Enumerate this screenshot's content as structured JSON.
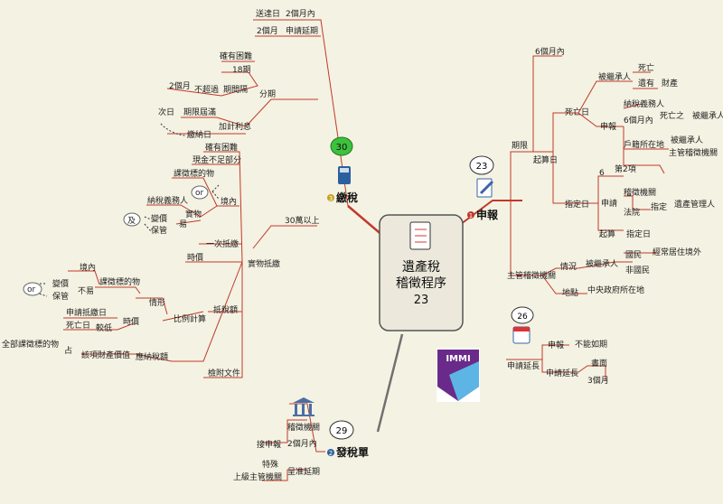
{
  "center": {
    "line1": "遺產稅",
    "line2": "稽徵程序",
    "line3": "23"
  },
  "branches": {
    "declare": {
      "num": "1",
      "label": "申報",
      "badge": "23"
    },
    "pay": {
      "num": "3",
      "label": "繳稅",
      "badge": "30"
    },
    "bill": {
      "num": "2",
      "label": "發稅單",
      "badge": "29"
    },
    "extension": {
      "badge": "26"
    }
  },
  "logo": {
    "text": "IMMI"
  },
  "colors": {
    "branch": "#c0392b",
    "branch_gray": "#707070",
    "badge_green": "#3ec13e"
  },
  "labels": {
    "songda": "送達日",
    "m2a": "2個月內",
    "m2b": "2個月",
    "sqyq": "申請延期",
    "qykn": "確有困難",
    "q18": "18期",
    "bcg": "不超過",
    "m2c": "2個月",
    "qjg": "期間隔",
    "fq": "分期",
    "cr": "次日",
    "qxjm": "期限屆滿",
    "jjrq": "加計利息",
    "jnr": "繳納日",
    "qykn2": "確有困難",
    "xjbz": "現金不足部分",
    "kzbdw": "課徵標的物",
    "or1": "or",
    "jn": "境內",
    "nssw": "納稅義務人",
    "shiwu": "實物",
    "ji": "及",
    "bianjia": "變價",
    "baoguan": "保管",
    "yi": "易",
    "yicidi": "一次抵繳",
    "sj": "時價",
    "over30": "30萬以上",
    "swdj": "實物抵繳",
    "jnei2": "境內",
    "kzbdw2": "課徵標的物",
    "or2": "or",
    "bianjia2": "變價",
    "baoguan2": "保管",
    "bui": "不易",
    "qx": "情形",
    "sqdjr": "申請抵繳日",
    "sj2": "時價",
    "swr": "死亡日",
    "jd": "較低",
    "blk": "比例計算",
    "dsj": "抵稅額",
    "qbkzbdw": "全部課徵標的物",
    "zhan": "占",
    "gccdjz": "該項財產價值",
    "yzse": "應納稅額",
    "fuwj": "檢附文件",
    "m6": "6個月內",
    "bjcr": "被繼承人",
    "siwang": "死亡",
    "yiyou": "遺有",
    "caichan": "財產",
    "swr2": "死亡日",
    "nssw2": "納稅義務人",
    "shenbao": "申報",
    "m6b": "6個月內",
    "swz": "死亡之",
    "bjcr2": "被繼承人",
    "hjszd": "戶籍所在地",
    "bjcr3": "被繼承人",
    "zgjzjg": "主管稽徵機關",
    "qx2": "期限",
    "qsr": "起算日",
    "six": "6",
    "d2x": "第2項",
    "jzjg": "稽徵機關",
    "shenqing": "申請",
    "fy": "法院",
    "zhiding": "指定",
    "yczgl": "遺產管理人",
    "zdr": "指定日",
    "qs2": "起算",
    "zdr2": "指定日",
    "zgjzjg2": "主管稽徵機關",
    "qk": "情況",
    "bjcr4": "被繼承人",
    "guomin": "國民",
    "jcjwzj": "經常居住境外",
    "fgm": "非國民",
    "didian": "地點",
    "zyzf": "中央政府所在地",
    "sb2": "申報",
    "bnyq": "不能如期",
    "sqyc": "申請延長",
    "shenqyc": "申請延長",
    "shumian": "書面",
    "m3": "3個月",
    "jzjg2": "稽徵機關",
    "jzsb": "接申報",
    "m2d": "2個月內",
    "teshu": "特殊",
    "sjzgjg": "上級主管機關",
    "cyyq": "呈准延期"
  }
}
